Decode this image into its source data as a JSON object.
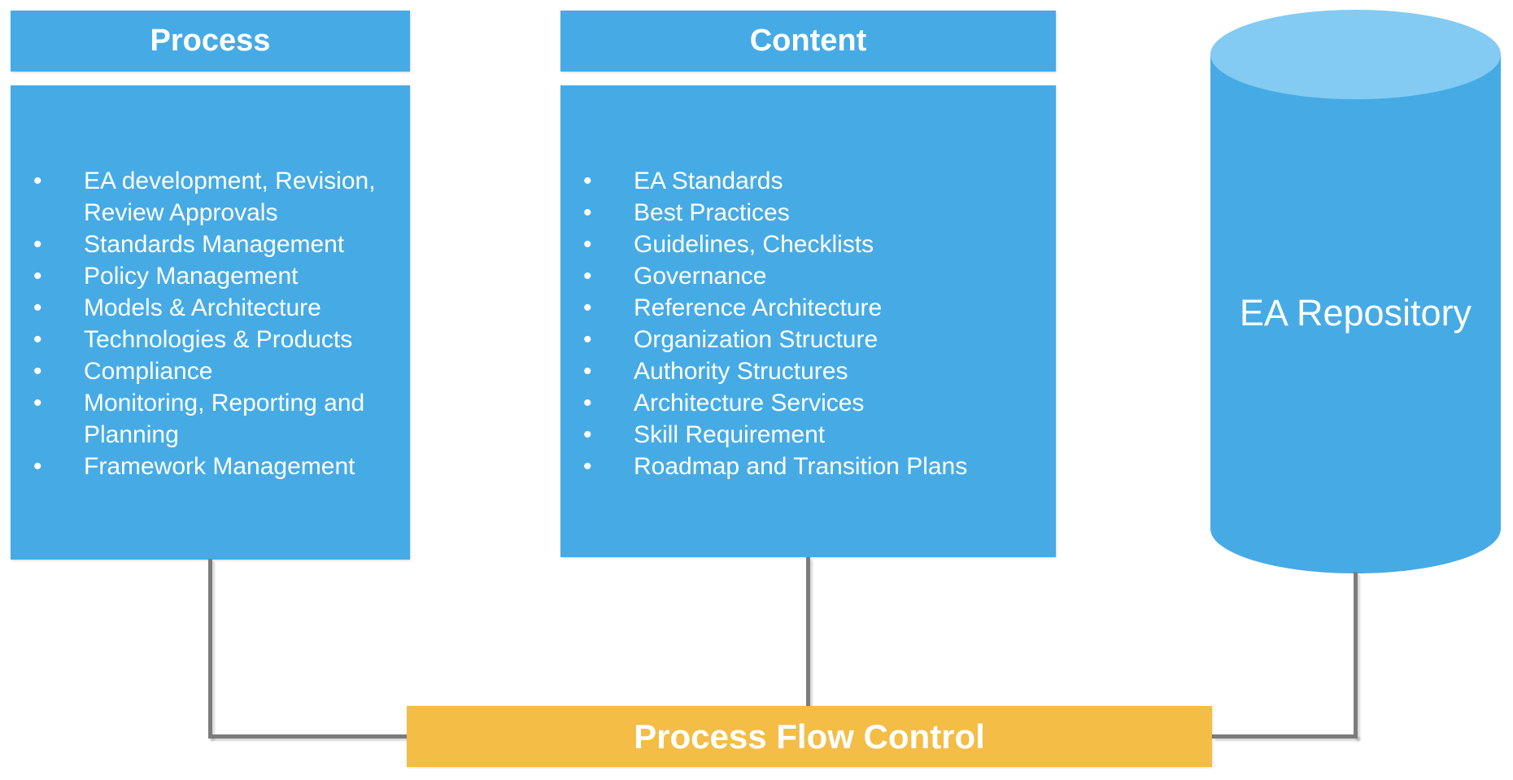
{
  "diagram": {
    "colors": {
      "panel_blue": "#46ABE5",
      "cylinder_top_blue": "#83CBF2",
      "bar_orange": "#F3BD46",
      "connector_gray": "#7C7C7C",
      "text_white": "#FFFFFF"
    },
    "process_panel": {
      "title": "Process",
      "items": [
        "EA development, Revision, Review Approvals",
        "Standards Management",
        "Policy Management",
        "Models & Architecture",
        "Technologies & Products",
        "Compliance",
        "Monitoring, Reporting and Planning",
        "Framework Management"
      ]
    },
    "content_panel": {
      "title": "Content",
      "items": [
        "EA Standards",
        "Best Practices",
        "Guidelines, Checklists",
        "Governance",
        "Reference Architecture",
        "Organization Structure",
        "Authority Structures",
        "Architecture Services",
        "Skill Requirement",
        "Roadmap and Transition Plans"
      ]
    },
    "repository": {
      "label": "EA Repository"
    },
    "flow_control_bar": {
      "label": "Process Flow Control"
    }
  }
}
